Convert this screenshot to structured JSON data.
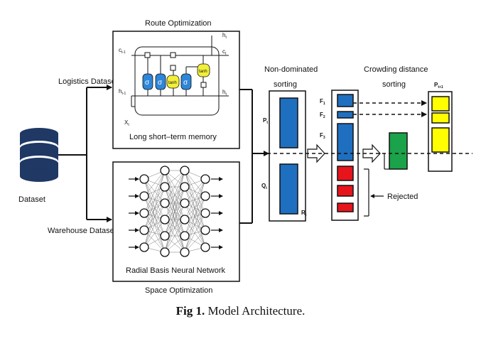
{
  "route": {
    "title": "Route Optimization",
    "caption": "Long short–term memory",
    "c_prev": "c",
    "c_prev_sub": "t-1",
    "h_prev": "h",
    "h_prev_sub": "t-1",
    "x_in": "X",
    "x_in_sub": "t",
    "h_top": "h",
    "h_top_sub": "t",
    "c_out": "c",
    "c_out_sub": "t",
    "h_out": "h",
    "h_out_sub": "t",
    "sigma": "σ",
    "tanh": "tanh"
  },
  "space": {
    "title": "Space Optimization",
    "caption": "Radial Basis Neural Network"
  },
  "inputs": {
    "dataset": "Dataset",
    "logistics": "Logistics Dataset",
    "warehouse": "Warehouse Dataset"
  },
  "sorting": {
    "nondom_line1": "Non-dominated",
    "nondom_line2": "sorting",
    "crowd_line1": "Crowding distance",
    "crowd_line2": "sorting",
    "p": "P",
    "p_sub": "t",
    "q": "Q",
    "q_sub": "t",
    "r": "R",
    "r_sub": "t",
    "f1": "F",
    "f1_sub": "1",
    "f2": "F",
    "f2_sub": "2",
    "f3": "F",
    "f3_sub": "3",
    "pnext": "P",
    "pnext_sub": "t+1",
    "rejected": "Rejected"
  },
  "caption": {
    "label": "Fig 1.",
    "text": " Model Architecture."
  },
  "colors": {
    "navy": "#1f3864",
    "blue": "#1f6fc0",
    "red": "#e8141c",
    "green": "#1aa34a",
    "yellow": "#ffff00",
    "sigma_fill": "#2e86d8",
    "tanh_fill": "#f2ef3a"
  }
}
